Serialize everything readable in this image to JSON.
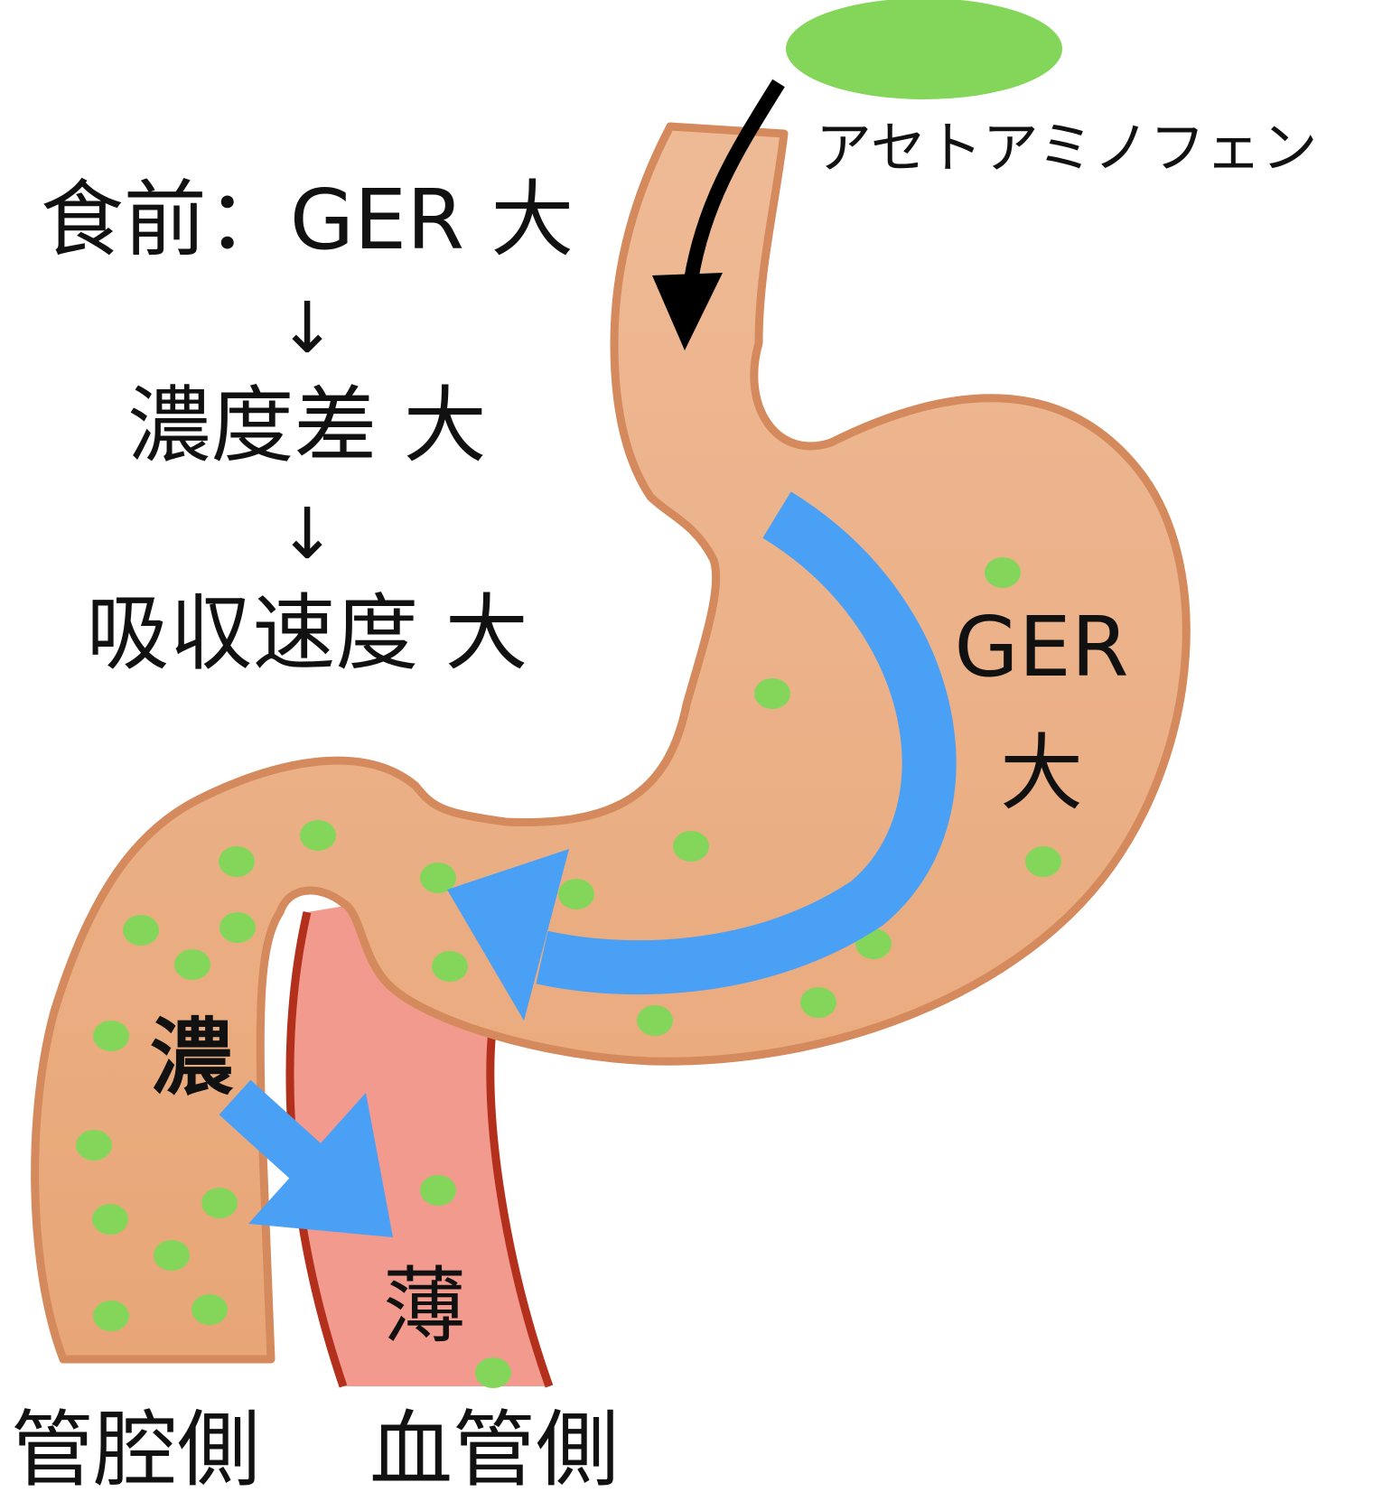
{
  "drug": {
    "name": "アセトアミノフェン"
  },
  "flowchart": {
    "line1": "食前：GER 大",
    "arrow1": "↓",
    "line2": "濃度差 大",
    "arrow2": "↓",
    "line3": "吸収速度 大"
  },
  "stomach": {
    "ger_label": "GER",
    "ger_value": "大"
  },
  "concentration": {
    "lumen": "濃",
    "blood": "薄"
  },
  "sides": {
    "lumen": "管腔側",
    "blood": "血管側"
  },
  "colors": {
    "stomach_fill": "#eab088",
    "stomach_stroke": "#d48a5c",
    "vessel_fill": "#f29a8e",
    "vessel_stroke": "#b3301c",
    "arrow_blue": "#4aa0f5",
    "drug_green": "#84d65a"
  }
}
